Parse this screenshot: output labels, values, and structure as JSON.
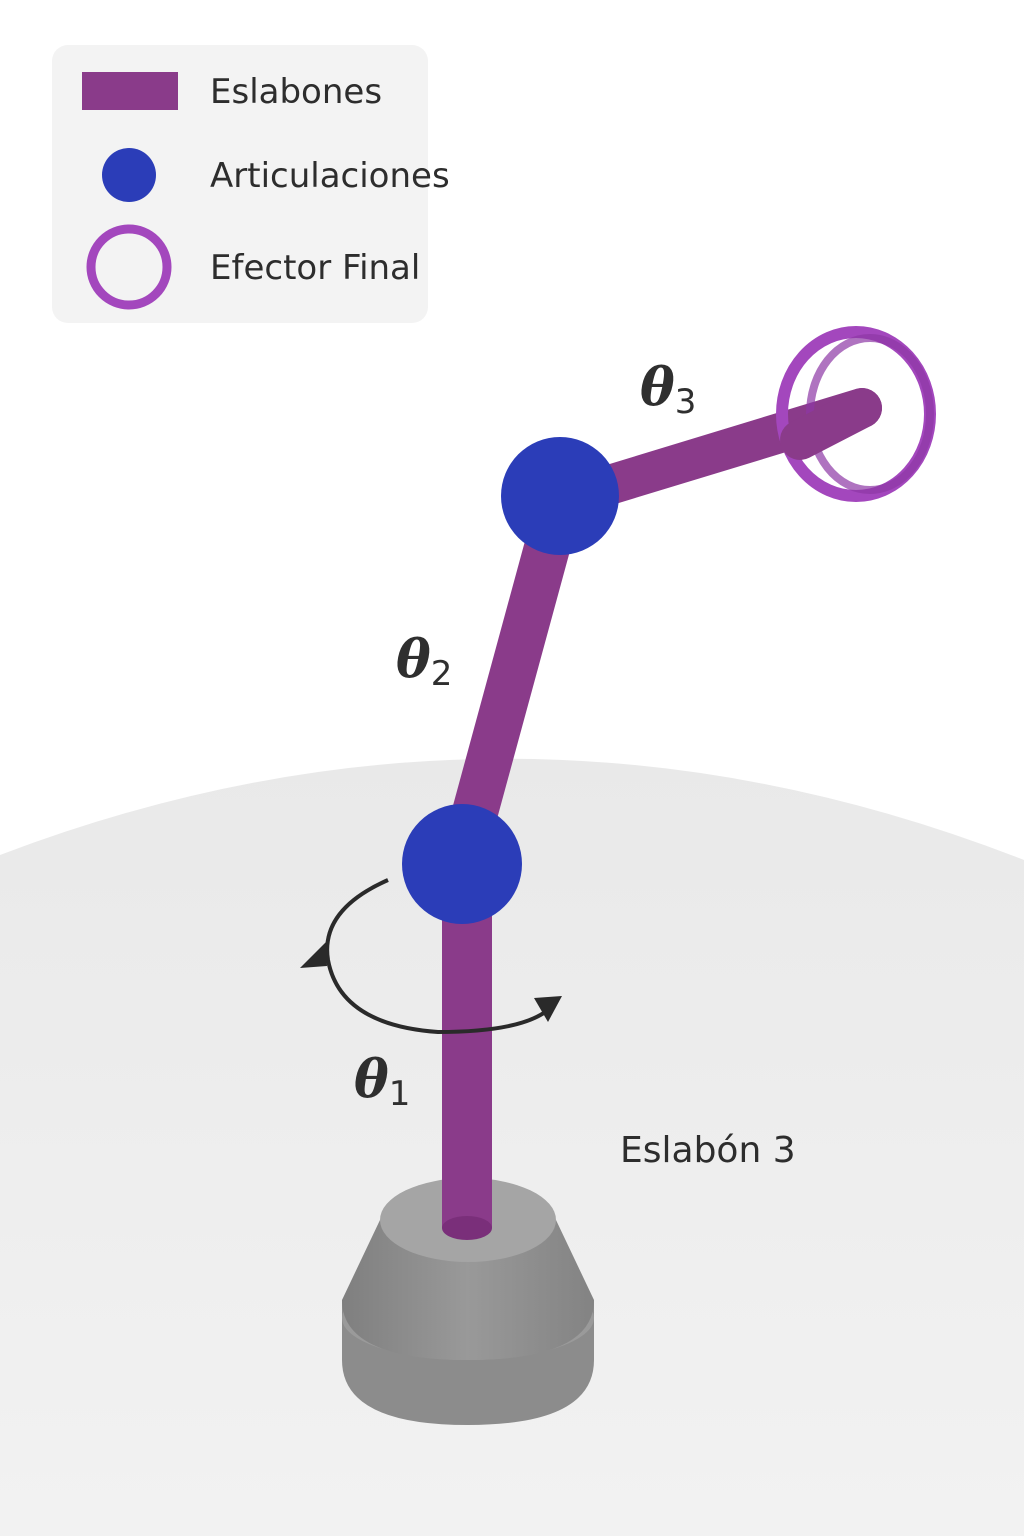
{
  "legend": {
    "items": [
      {
        "label": "Eslabones",
        "icon": "link-bar-icon"
      },
      {
        "label": "Articulaciones",
        "icon": "joint-dot-icon"
      },
      {
        "label": "Efector Final",
        "icon": "end-effector-ring-icon"
      }
    ]
  },
  "angles": {
    "theta1": {
      "symbol": "θ",
      "subscript": "1"
    },
    "theta2": {
      "symbol": "θ",
      "subscript": "2"
    },
    "theta3": {
      "symbol": "θ",
      "subscript": "3"
    }
  },
  "caption": "Eslabón 3",
  "colors": {
    "link": "#8a3b8a",
    "joint": "#2b3db8",
    "end_effector": "#a347bd",
    "floor": "#ebebeb",
    "base": "#8f8f8f",
    "legend_bg": "#f4f4f4",
    "arrow": "#2a2a2a"
  }
}
